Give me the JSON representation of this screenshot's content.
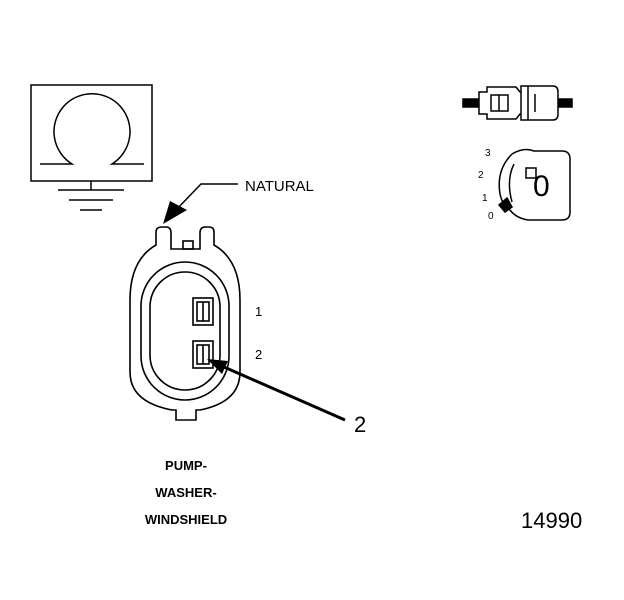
{
  "callouts": {
    "color": "NATURAL",
    "pin_1": "1",
    "pin_2": "2",
    "terminal_ref": "2"
  },
  "position_key": {
    "positions": [
      "3",
      "2",
      "1",
      "0"
    ],
    "indicator": "0"
  },
  "connector_name": [
    "PUMP-",
    "WASHER-",
    "WINDSHIELD"
  ],
  "figure_number": "14990",
  "icons": {
    "ground_symbol": "omega-ground-icon",
    "side_view": "connector-side-view-icon",
    "lock_key": "position-lock-icon"
  }
}
